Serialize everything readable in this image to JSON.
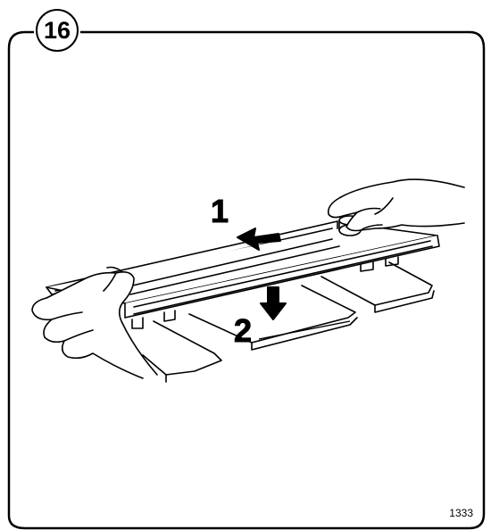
{
  "step": {
    "number": "16"
  },
  "callouts": {
    "first": "1",
    "second": "2"
  },
  "figure": {
    "number": "1333"
  },
  "icons": {
    "arrow_1": "arrow-left-icon",
    "arrow_2": "arrow-down-icon"
  },
  "colors": {
    "line": "#000000",
    "background": "#ffffff"
  }
}
